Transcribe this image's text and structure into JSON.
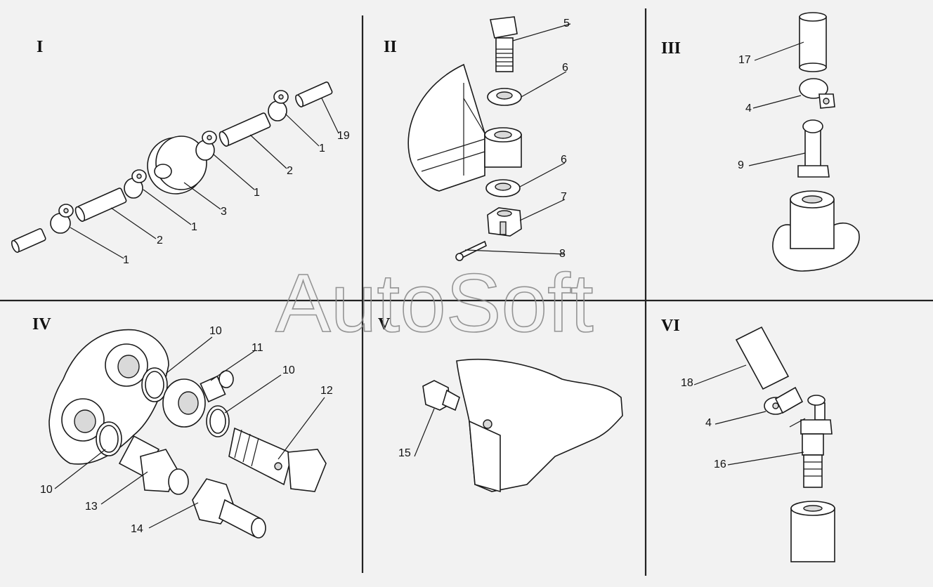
{
  "panels": {
    "p1": "I",
    "p2": "II",
    "p3": "III",
    "p4": "IV",
    "p5": "V",
    "p6": "VI"
  },
  "callouts": {
    "c1a": "1",
    "c1b": "1",
    "c1c": "1",
    "c1d": "1",
    "c2a": "2",
    "c2b": "2",
    "c3": "3",
    "c19": "19",
    "c5": "5",
    "c6a": "6",
    "c6b": "6",
    "c7": "7",
    "c8": "8",
    "c17": "17",
    "c4a": "4",
    "c9": "9",
    "c10a": "10",
    "c10b": "10",
    "c10c": "10",
    "c11": "11",
    "c12": "12",
    "c13": "13",
    "c14": "14",
    "c15": "15",
    "c18": "18",
    "c4b": "4",
    "c16": "16"
  },
  "watermark": "AutoSoft"
}
